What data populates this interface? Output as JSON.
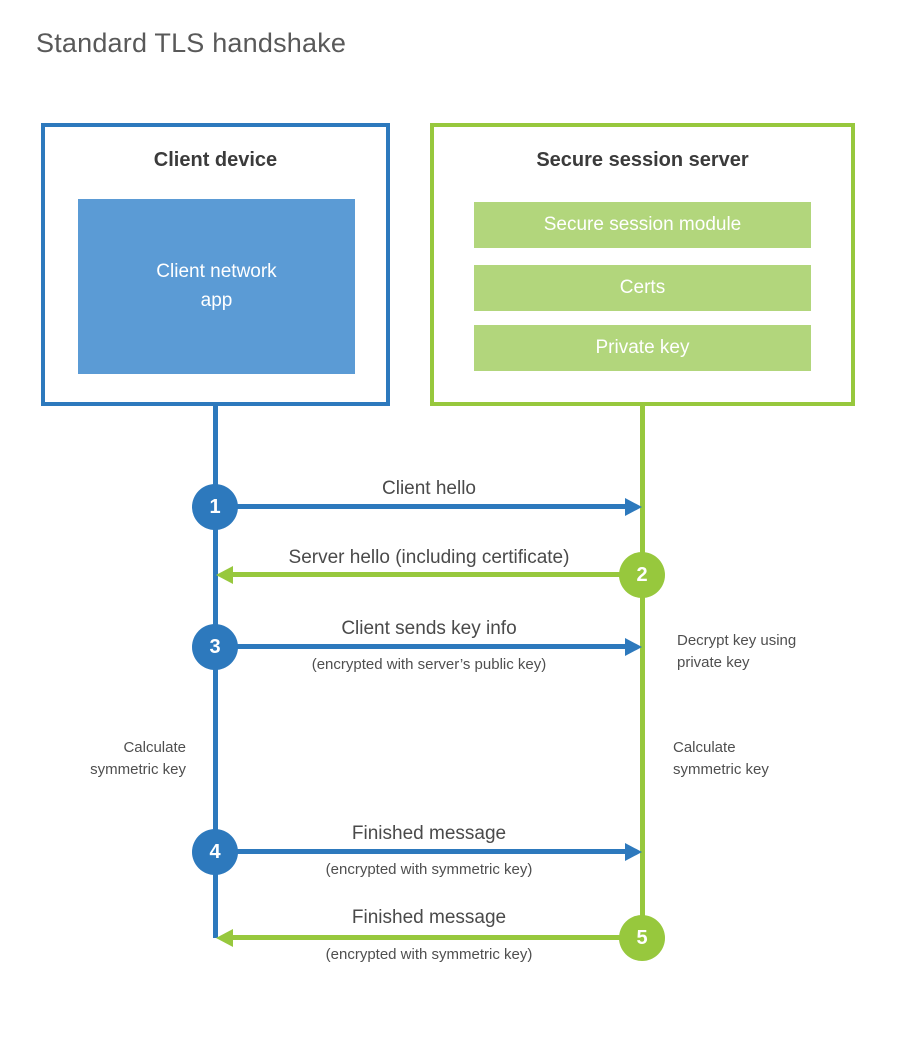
{
  "title": "Standard TLS handshake",
  "client": {
    "title": "Client device",
    "app_label": "Client network\napp"
  },
  "server": {
    "title": "Secure session server",
    "modules": [
      "Secure session module",
      "Certs",
      "Private key"
    ]
  },
  "steps": [
    {
      "num": "1",
      "label": "Client hello"
    },
    {
      "num": "2",
      "label": "Server hello (including certificate)"
    },
    {
      "num": "3",
      "label": "Client sends key info",
      "sub": "(encrypted with server’s public key)"
    },
    {
      "num": "4",
      "label": "Finished message",
      "sub": "(encrypted with symmetric key)"
    },
    {
      "num": "5",
      "label": "Finished message",
      "sub": "(encrypted with symmetric key)"
    }
  ],
  "annotations": {
    "decrypt_note": "Decrypt key using\nprivate key",
    "calculate_left": "Calculate\nsymmetric key",
    "calculate_right": "Calculate\nsymmetric key"
  },
  "colors": {
    "blue": "#2d79bd",
    "blue_fill": "#5b9bd5",
    "green": "#97c83d",
    "green_fill": "#b2d67c"
  }
}
